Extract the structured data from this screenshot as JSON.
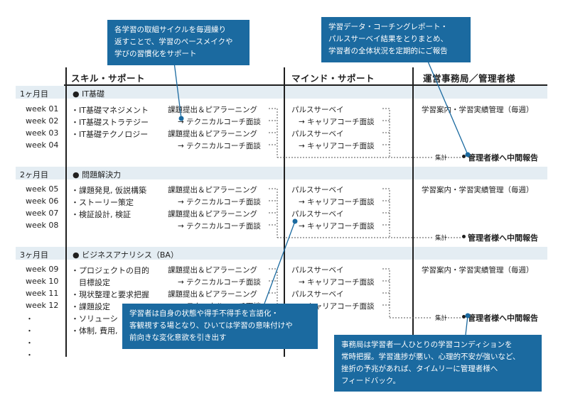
{
  "headers": {
    "skill": "スキル・サポート",
    "mind": "マインド・サポート",
    "admin": "運営事務局／管理者様"
  },
  "callouts": {
    "top_left": [
      "各学習の取組サイクルを毎週繰り",
      "返すことで、学習のペースメイクや",
      "学びの習慣化をサポート"
    ],
    "top_right": [
      "学習データ・コーチングレポート・",
      "パルスサーベイ結果をとりまとめ、",
      "学習者の全体状況を定期的にご報告"
    ],
    "bottom_left": [
      "学習者は自身の状態や得手不得手を言語化・",
      "客観視する場となり、ひいては学習の意味付けや",
      "前向きな変化意欲を引き出す"
    ],
    "bottom_right": [
      "事務局は学習者一人ひとりの学習コンディションを",
      "常時把握。学習進捗が悪い、心理的不安が強いなど、",
      "挫折の予兆があれば、タイムリーに管理者様へ",
      "フィードバック。"
    ]
  },
  "common": {
    "submit": "課題提出＆ピアラーニング",
    "tech": "→ テクニカルコーチ面談",
    "pulse": "パルスサーベイ",
    "career": "→ キャリアコーチ面談",
    "admin_weekly": "学習案内・学習実績管理（毎週）",
    "shukei": "集計",
    "report": "管理者様へ中間報告"
  },
  "sections": [
    {
      "month": "1ヶ月目",
      "theme": "● IT基礎",
      "weeks": [
        "week 01",
        "week 02",
        "week 03",
        "week 04"
      ],
      "skills": [
        "・IT基礎マネジメント",
        "・IT基礎ストラテジー",
        "・IT基礎テクノロジー"
      ]
    },
    {
      "month": "2ヶ月目",
      "theme": "● 問題解決力",
      "weeks": [
        "week 05",
        "week 06",
        "week 07",
        "week 08"
      ],
      "skills": [
        "・課題発見, 仮説構築",
        "・ストーリー策定",
        "・検証設計, 検証"
      ]
    },
    {
      "month": "3ヶ月目",
      "theme": "● ビジネスアナリシス（BA）",
      "weeks": [
        "week 09",
        "week 10",
        "week 11",
        "week 12"
      ],
      "skills": [
        "・プロジェクトの目的",
        "　目標設定",
        "・現状整理と要求把握",
        "・課題設定",
        "・ソリューシ",
        "・体制, 費用,"
      ]
    }
  ],
  "ellipsis_dots": [
    "・",
    "・",
    "・",
    "・"
  ]
}
